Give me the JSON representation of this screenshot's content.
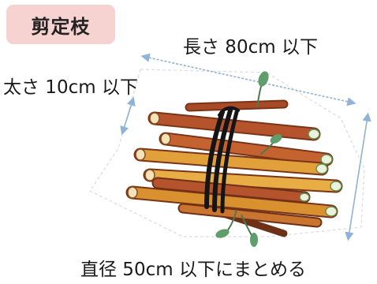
{
  "badge": {
    "label": "剪定枝"
  },
  "labels": {
    "length": "長さ 80cm 以下",
    "thickness": "太さ 10cm 以下",
    "diameter": "直径 50cm 以下にまとめる"
  },
  "icons": {
    "illustration": "bundle-of-branches-icon",
    "tie": "twine-tie-icon"
  },
  "colors": {
    "badge_bg": "#f6d2d0",
    "branch_dark": "#b5532d",
    "branch_light": "#e2a03a",
    "leaf": "#5f9e6a",
    "twine": "#151515",
    "arrow": "#8fb2d6"
  }
}
